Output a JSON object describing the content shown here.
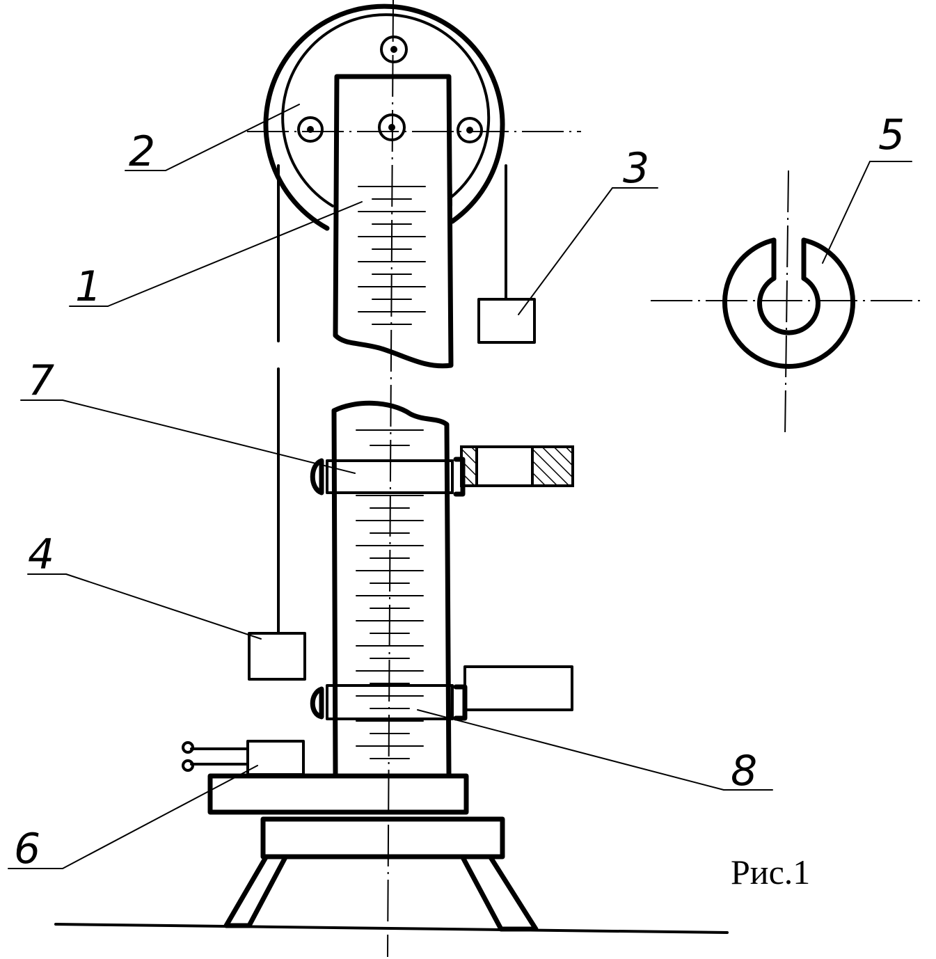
{
  "figure": {
    "caption": "Рис.1",
    "callouts": [
      "1",
      "2",
      "3",
      "4",
      "5",
      "6",
      "7",
      "8"
    ]
  }
}
